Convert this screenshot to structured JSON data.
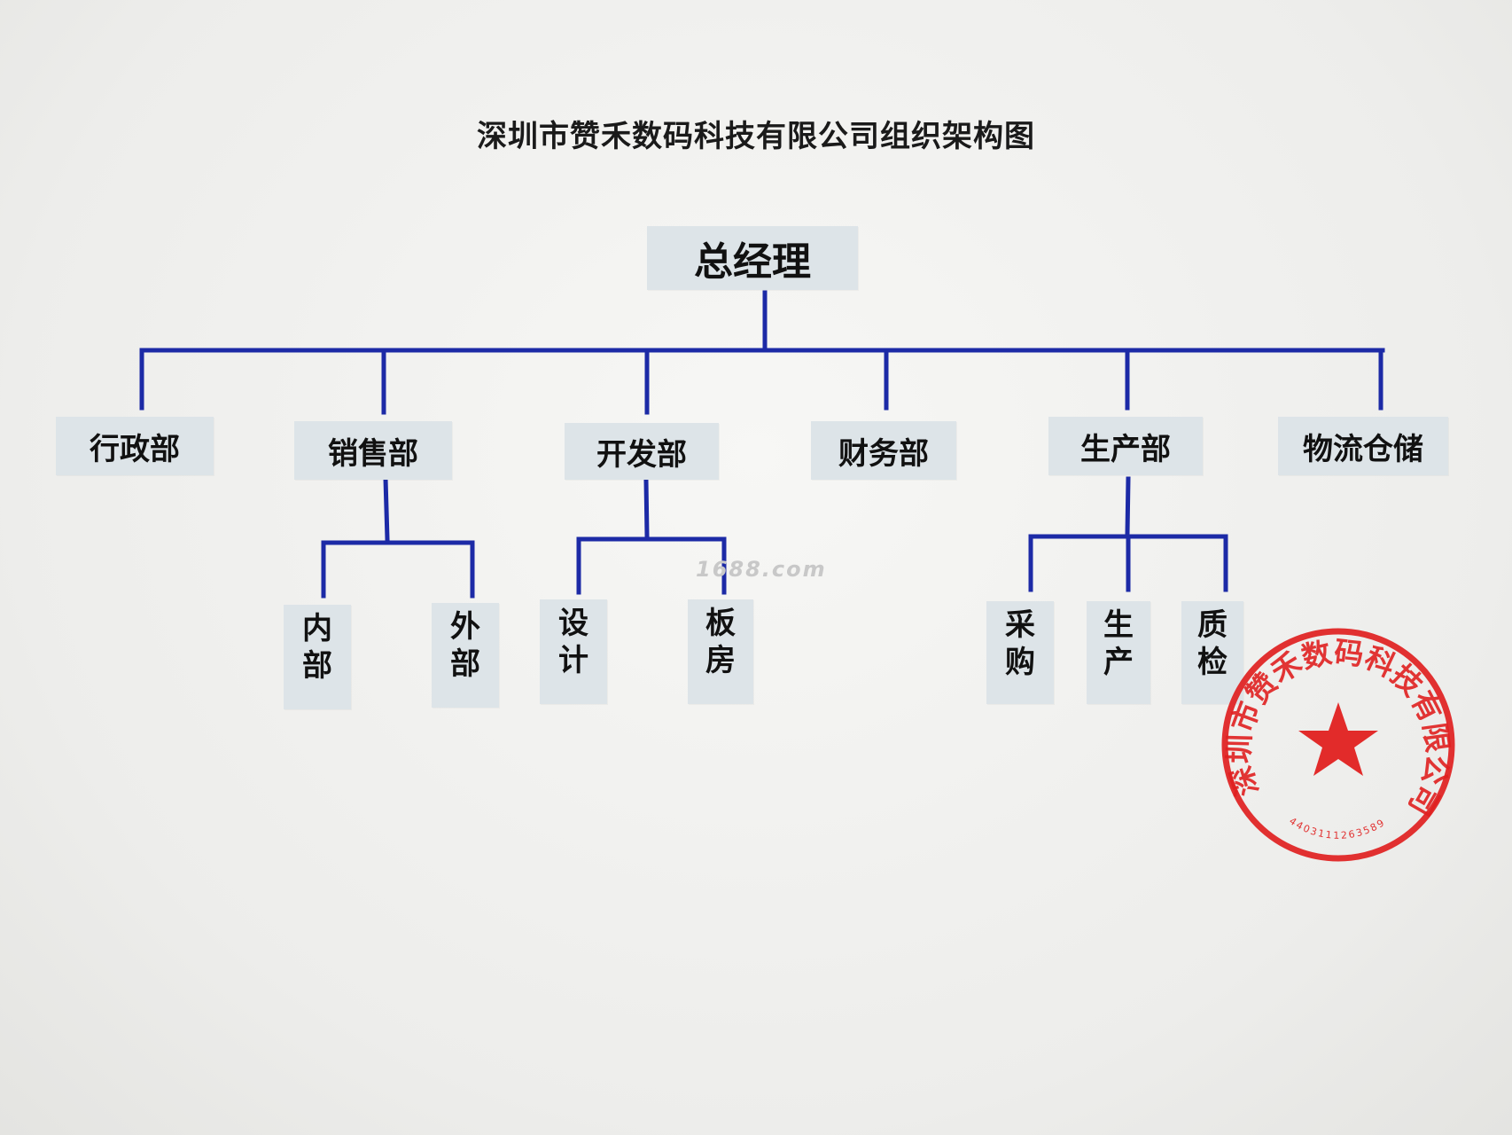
{
  "title": "深圳市赞禾数码科技有限公司组织架构图",
  "root": "总经理",
  "departments": [
    "行政部",
    "销售部",
    "开发部",
    "财务部",
    "生产部",
    "物流仓储"
  ],
  "sub_sales": [
    "内部",
    "外部"
  ],
  "sub_dev": [
    "设计",
    "板房"
  ],
  "sub_prod": [
    "采购",
    "生产",
    "质检"
  ],
  "watermark": "1688.com",
  "seal": {
    "text": "深圳市赞禾数码科技有限公司",
    "number": "4403111263589",
    "color": "#e02020"
  },
  "colors": {
    "line": "#1c2aa6",
    "box": "#dde4e8"
  }
}
